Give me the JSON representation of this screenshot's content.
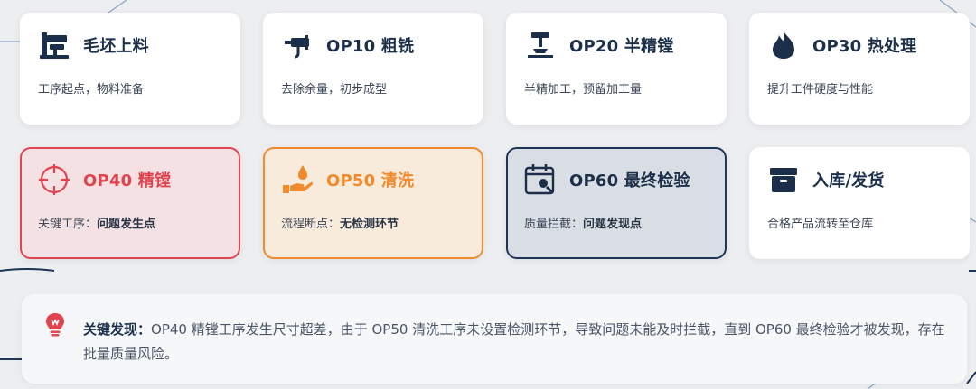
{
  "cards": [
    {
      "title": "毛坯上料",
      "desc": "工序起点，物料准备",
      "icon": "machine-icon"
    },
    {
      "title": "OP10 粗铣",
      "desc": "去除余量，初步成型",
      "icon": "drill-icon"
    },
    {
      "title": "OP20 半精镗",
      "desc": "半精加工，预留加工量",
      "icon": "stamp-icon"
    },
    {
      "title": "OP30 热处理",
      "desc": "提升工件硬度与性能",
      "icon": "flame-icon"
    },
    {
      "title": "OP40 精镗",
      "desc_label": "关键工序：",
      "desc_value": "问题发生点",
      "icon": "crosshair-icon",
      "accent": "#e0454f"
    },
    {
      "title": "OP50 清洗",
      "desc_label": "流程断点：",
      "desc_value": "无检测环节",
      "icon": "hand-water-icon",
      "accent": "#f08a2c"
    },
    {
      "title": "OP60 最终检验",
      "desc_label": "质量拦截：",
      "desc_value": "问题发现点",
      "icon": "calendar-search-icon",
      "accent": "#1d3656"
    },
    {
      "title": "入库/发货",
      "desc": "合格产品流转至仓库",
      "icon": "box-icon"
    }
  ],
  "note": {
    "label": "关键发现：",
    "text": "OP40 精镗工序发生尺寸超差，由于 OP50 清洗工序未设置检测环节，导致问题未能及时拦截，直到 OP60 最终检验才被发现，存在批量质量风险。",
    "icon": "lightbulb-icon",
    "accent": "#e0454f"
  }
}
